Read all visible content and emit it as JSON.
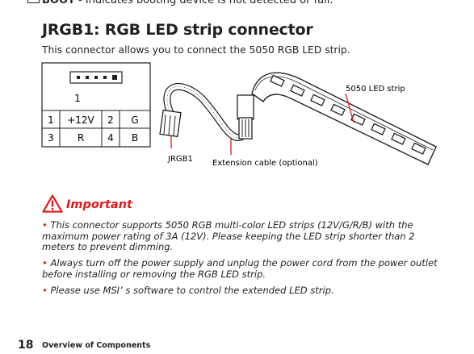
{
  "header": {
    "boot_label": "BOOT",
    "boot_text": " - Indicates booting device is not detected or fail."
  },
  "section": {
    "title": "JRGB1: RGB LED strip connector",
    "intro": "This connector allows you to connect the  5050 RGB LED strip."
  },
  "diagram": {
    "pin1_label": "1",
    "pins": [
      {
        "num": "1",
        "name": "+12V"
      },
      {
        "num": "2",
        "name": "G"
      },
      {
        "num": "3",
        "name": "R"
      },
      {
        "num": "4",
        "name": "B"
      }
    ],
    "label_connector": "JRGB1",
    "label_cable": "Extension cable (optional)",
    "label_strip": "5050 LED strip"
  },
  "important": {
    "title": "Important",
    "bullets": [
      "This connector supports 5050 RGB multi-color LED strips (12V/G/R/B) with the maximum power rating of 3A (12V). Please keeping the LED strip shorter than 2 meters to prevent dimming.",
      "Always turn off the power supply and unplug the power cord from the power outlet before installing or removing the RGB LED strip.",
      "Please use MSI’ s software to control the extended LED strip."
    ]
  },
  "footer": {
    "page_number": "18",
    "section_name": "Overview of Components"
  },
  "colors": {
    "accent": "#e3191b",
    "text": "#231f20"
  }
}
